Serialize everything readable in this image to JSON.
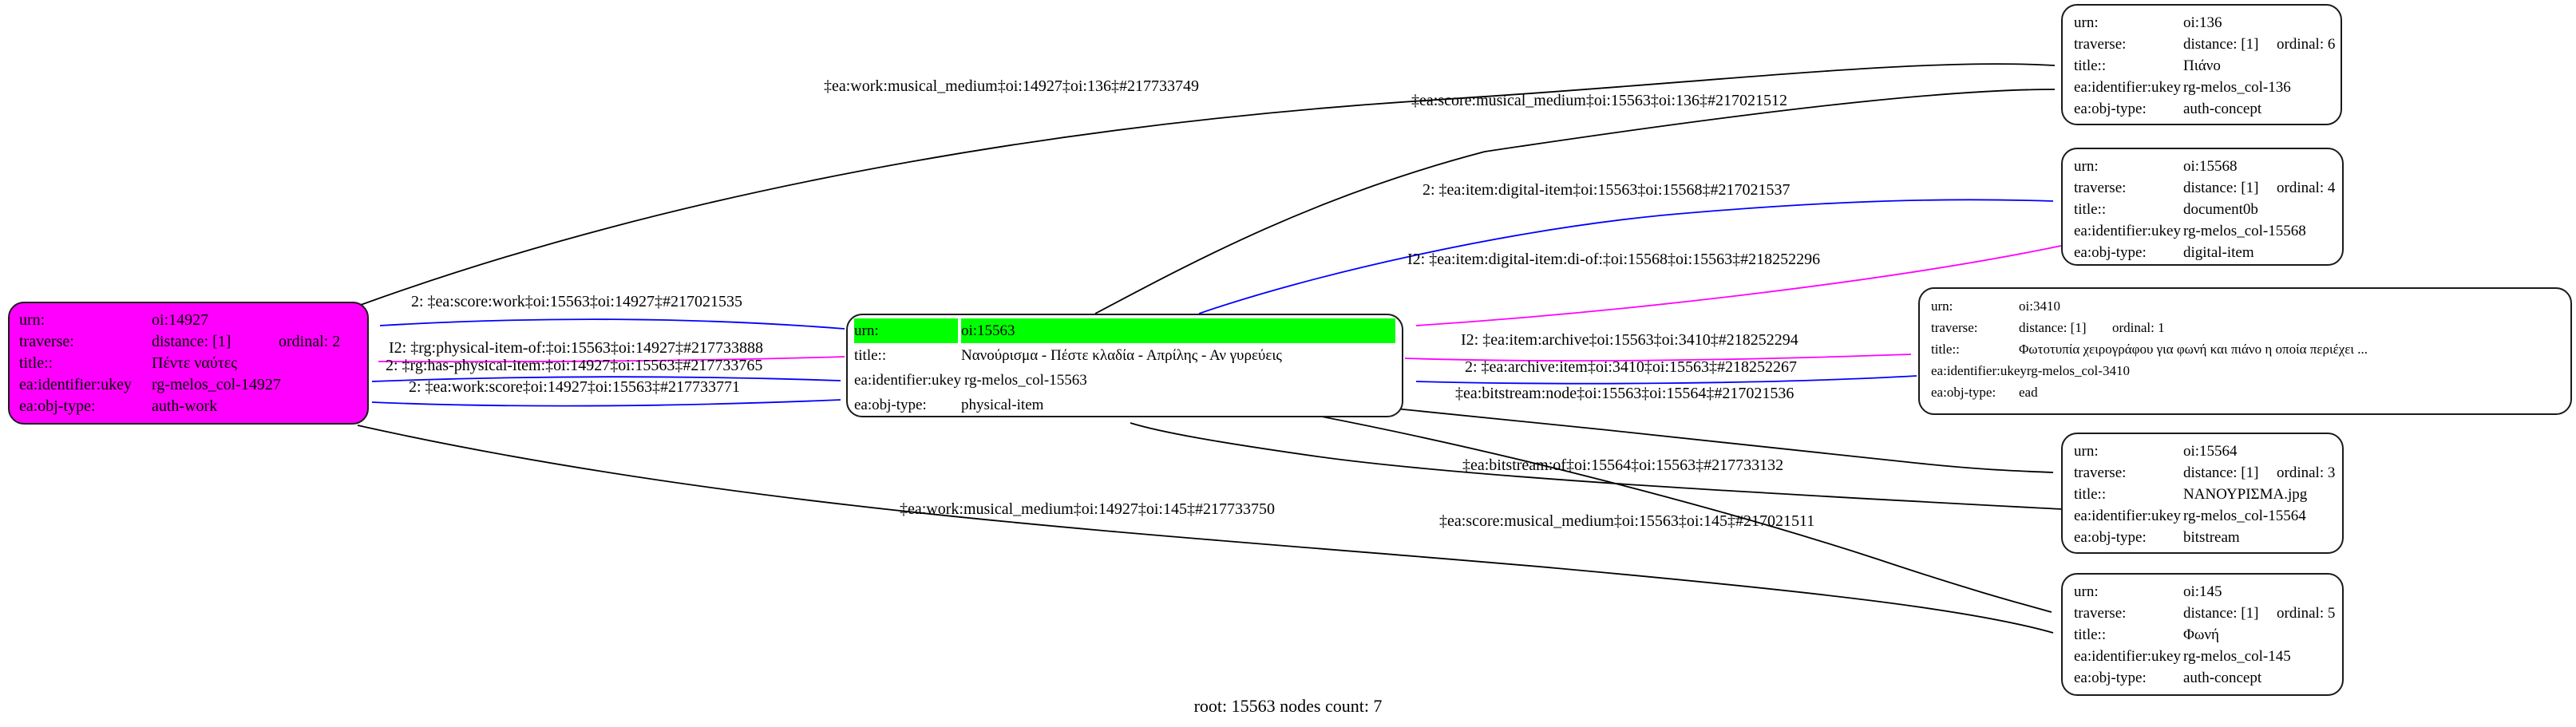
{
  "caption": "root: 15563 nodes count: 7",
  "palette": {
    "root_highlight": "#00FF00",
    "focus_node_fill": "#FF00FF",
    "node_fill": "#FFFFFF",
    "edge_black": "#000000",
    "edge_blue": "#0000FF",
    "edge_magenta": "#FF00FF"
  },
  "nodes": [
    {
      "urn": "oi:14927",
      "rows": [
        {
          "key": "urn:",
          "value": "oi:14927"
        },
        {
          "key": "traverse:",
          "value": "distance: [1]",
          "ordinal": "ordinal: 2"
        },
        {
          "key": "title::",
          "value": "Πέντε ναύτες"
        },
        {
          "key": "ea:identifier:ukey",
          "value": "rg-melos_col-14927"
        },
        {
          "key": "ea:obj-type:",
          "value": "auth-work"
        }
      ]
    },
    {
      "urn": "oi:15563",
      "rows": [
        {
          "key": "urn:",
          "value": "oi:15563"
        },
        {
          "key": "title::",
          "value": "Νανούρισμα - Πέστε κλαδία - Απρίλης - Αν γυρεύεις"
        },
        {
          "key": "ea:identifier:ukey",
          "value": "rg-melos_col-15563"
        },
        {
          "key": "ea:obj-type:",
          "value": "physical-item"
        }
      ]
    },
    {
      "urn": "oi:136",
      "rows": [
        {
          "key": "urn:",
          "value": "oi:136"
        },
        {
          "key": "traverse:",
          "value": "distance: [1]",
          "ordinal": "ordinal: 6"
        },
        {
          "key": "title::",
          "value": "Πιάνο"
        },
        {
          "key": "ea:identifier:ukey",
          "value": "rg-melos_col-136"
        },
        {
          "key": "ea:obj-type:",
          "value": "auth-concept"
        }
      ]
    },
    {
      "urn": "oi:15568",
      "rows": [
        {
          "key": "urn:",
          "value": "oi:15568"
        },
        {
          "key": "traverse:",
          "value": "distance: [1]",
          "ordinal": "ordinal: 4"
        },
        {
          "key": "title::",
          "value": "document0b"
        },
        {
          "key": "ea:identifier:ukey",
          "value": "rg-melos_col-15568"
        },
        {
          "key": "ea:obj-type:",
          "value": "digital-item"
        }
      ]
    },
    {
      "urn": "oi:3410",
      "rows": [
        {
          "key": "urn:",
          "value": "oi:3410"
        },
        {
          "key": "traverse:",
          "value": "distance: [1]",
          "ordinal": "ordinal: 1"
        },
        {
          "key": "title::",
          "value": "Φωτοτυπία χειρογράφου για φωνή και πιάνο η οποία περιέχει ..."
        },
        {
          "key": "ea:identifier:ukey",
          "value": "rg-melos_col-3410"
        },
        {
          "key": "ea:obj-type:",
          "value": "ead"
        }
      ]
    },
    {
      "urn": "oi:15564",
      "rows": [
        {
          "key": "urn:",
          "value": "oi:15564"
        },
        {
          "key": "traverse:",
          "value": "distance: [1]",
          "ordinal": "ordinal: 3"
        },
        {
          "key": "title::",
          "value": "ΝΑΝΟΥΡΙΣΜΑ.jpg"
        },
        {
          "key": "ea:identifier:ukey",
          "value": "rg-melos_col-15564"
        },
        {
          "key": "ea:obj-type:",
          "value": "bitstream"
        }
      ]
    },
    {
      "urn": "oi:145",
      "rows": [
        {
          "key": "urn:",
          "value": "oi:145"
        },
        {
          "key": "traverse:",
          "value": "distance: [1]",
          "ordinal": "ordinal: 5"
        },
        {
          "key": "title::",
          "value": "Φωνή"
        },
        {
          "key": "ea:identifier:ukey",
          "value": "rg-melos_col-145"
        },
        {
          "key": "ea:obj-type:",
          "value": "auth-concept"
        }
      ]
    }
  ],
  "edges": [
    {
      "label": "‡ea:work:musical_medium‡oi:14927‡oi:136‡#217733749",
      "color": "#000000"
    },
    {
      "label": "‡ea:score:musical_medium‡oi:15563‡oi:136‡#217021512",
      "color": "#000000"
    },
    {
      "label": "2: ‡ea:item:digital-item‡oi:15563‡oi:15568‡#217021537",
      "color": "#0000FF"
    },
    {
      "label": "I2: ‡ea:item:digital-item:di-of:‡oi:15568‡oi:15563‡#218252296",
      "color": "#FF00FF"
    },
    {
      "label": "I2: ‡ea:item:archive‡oi:15563‡oi:3410‡#218252294",
      "color": "#FF00FF"
    },
    {
      "label": "2: ‡ea:archive:item‡oi:3410‡oi:15563‡#218252267",
      "color": "#0000FF"
    },
    {
      "label": "‡ea:bitstream:node‡oi:15563‡oi:15564‡#217021536",
      "color": "#000000"
    },
    {
      "label": "‡ea:bitstream:of‡oi:15564‡oi:15563‡#217733132",
      "color": "#000000"
    },
    {
      "label": "‡ea:score:musical_medium‡oi:15563‡oi:145‡#217021511",
      "color": "#000000"
    },
    {
      "label": "‡ea:work:musical_medium‡oi:14927‡oi:145‡#217733750",
      "color": "#000000"
    },
    {
      "label": "2: ‡ea:score:work‡oi:15563‡oi:14927‡#217021535",
      "color": "#0000FF"
    },
    {
      "label": "I2: ‡rg:physical-item-of:‡oi:15563‡oi:14927‡#217733888",
      "color": "#FF00FF"
    },
    {
      "label": "2: ‡rg:has-physical-item:‡oi:14927‡oi:15563‡#217733765",
      "color": "#0000FF"
    },
    {
      "label": "2: ‡ea:work:score‡oi:14927‡oi:15563‡#217733771",
      "color": "#0000FF"
    }
  ]
}
